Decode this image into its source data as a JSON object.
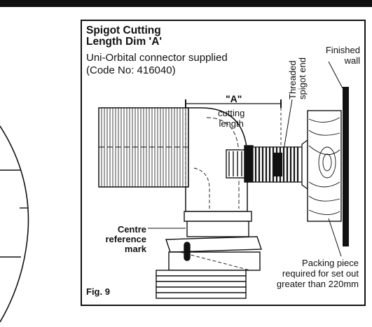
{
  "figure": {
    "title_lines": [
      "Spigot Cutting",
      "Length Dim 'A'"
    ],
    "subtitle_lines": [
      "Uni-Orbital connector supplied",
      "(Code No: 416040)"
    ],
    "dimension_label": "\"A\"",
    "cutting_length_lines": [
      "cutting",
      "length"
    ],
    "threaded_lines": [
      "Threaded",
      "spigot end"
    ],
    "finished_wall_lines": [
      "Finished",
      "wall"
    ],
    "centre_mark_lines": [
      "Centre",
      "reference",
      "mark"
    ],
    "packing_lines": [
      "Packing piece",
      "required for set out",
      "greater than 220mm"
    ],
    "figure_number": "Fig. 9"
  }
}
